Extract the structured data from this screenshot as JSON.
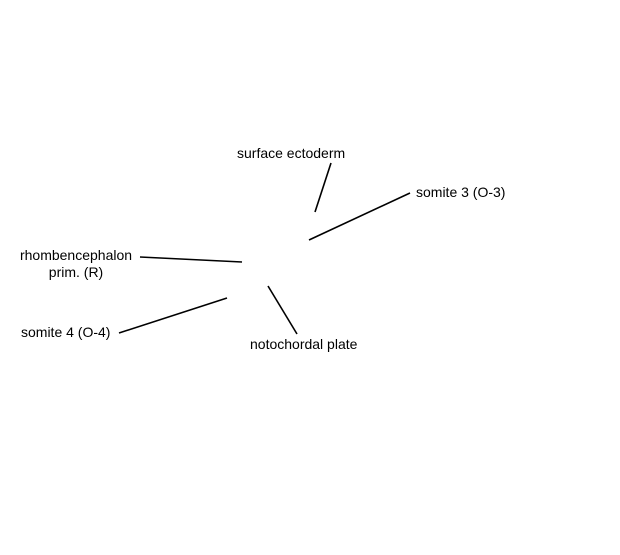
{
  "labels": {
    "surface_ectoderm": "surface ectoderm",
    "somite_3": "somite 3 (O-3)",
    "rhombencephalon_line1": "rhombencephalon",
    "rhombencephalon_line2": "prim. (R)",
    "somite_4": "somite 4 (O-4)",
    "notochordal_plate": "notochordal plate"
  },
  "colors": {
    "background": "#ffffff",
    "line": "#000000",
    "text": "#000000"
  }
}
